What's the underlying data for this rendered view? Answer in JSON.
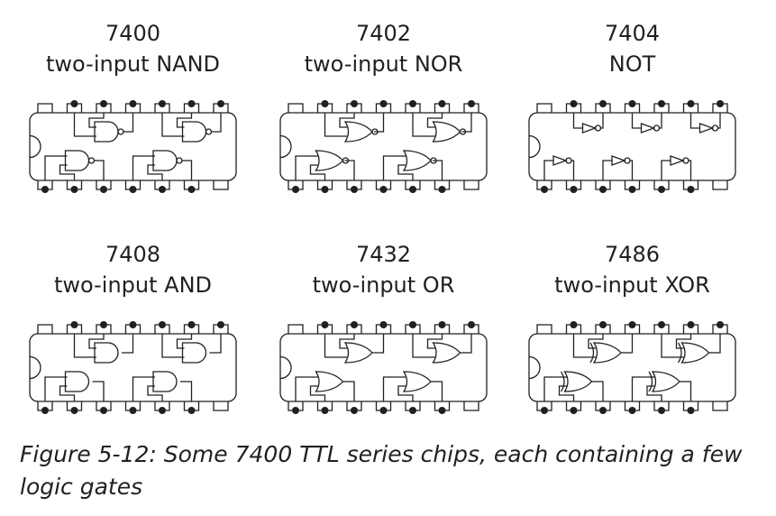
{
  "chips": [
    {
      "number": "7400",
      "name": "two-input NAND",
      "gate": "nand"
    },
    {
      "number": "7402",
      "name": "two-input NOR",
      "gate": "nor"
    },
    {
      "number": "7404",
      "name": "NOT",
      "gate": "not"
    },
    {
      "number": "7408",
      "name": "two-input AND",
      "gate": "and"
    },
    {
      "number": "7432",
      "name": "two-input OR",
      "gate": "or"
    },
    {
      "number": "7486",
      "name": "two-input XOR",
      "gate": "xor"
    }
  ],
  "caption": "Figure 5-12: Some 7400 TTL series chips, each containing a few logic gates"
}
